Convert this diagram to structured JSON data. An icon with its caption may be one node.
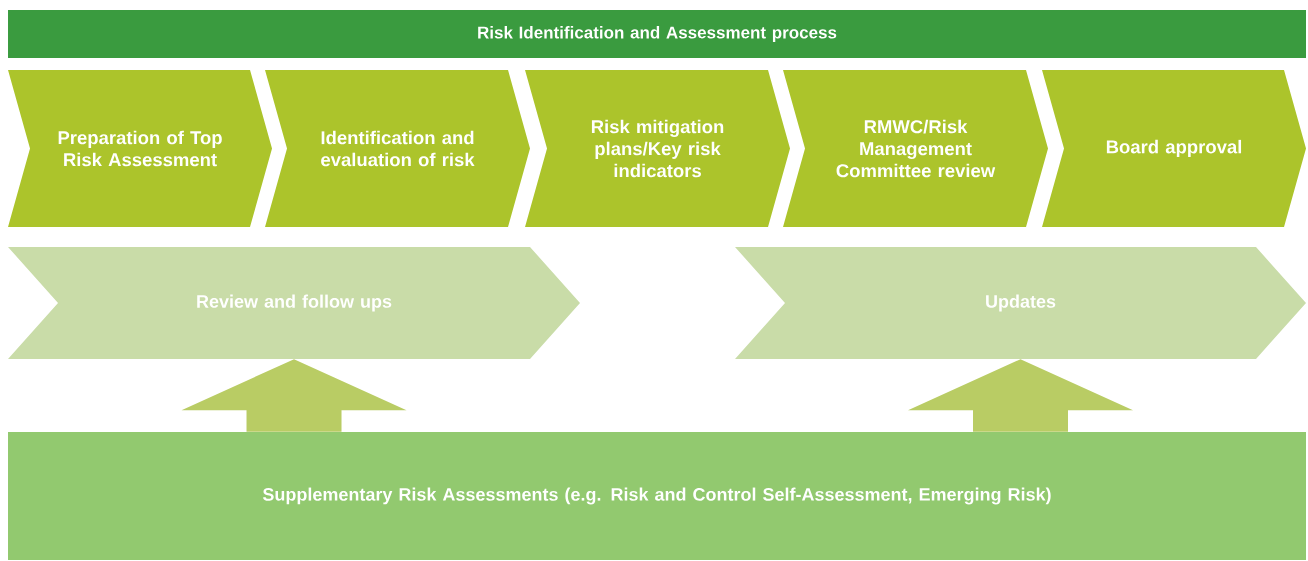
{
  "diagram": {
    "nodes": [
      {
        "text": [
          "Risk Identification and Assessment process"
        ]
      },
      {
        "text": [
          "Preparation of Top Risk Assessment"
        ]
      },
      {
        "text": [
          "Identification and evaluation of risk"
        ]
      },
      {
        "text": [
          "Risk mitigation plans/Key risk indicators"
        ]
      },
      {
        "text": [
          "RMWC/Risk Management Committee review"
        ]
      },
      {
        "text": [
          "Board approval"
        ]
      },
      {
        "text": [
          "Review and follow ups"
        ]
      },
      {
        "text": [
          "Updates"
        ]
      },
      {
        "text": [
          "Supplementary Risk Assessments (e.g. Risk and Control Self-Assessment, Emerging Risk)"
        ]
      }
    ],
    "edges": [
      {
        "from": 8,
        "to": 6,
        "arrow": "to"
      },
      {
        "from": 8,
        "to": 7,
        "arrow": "to"
      }
    ]
  }
}
